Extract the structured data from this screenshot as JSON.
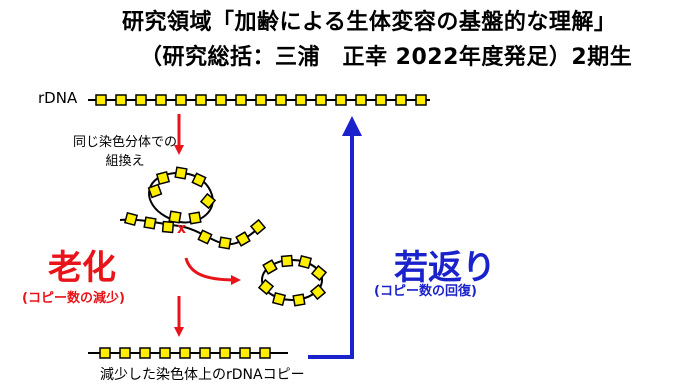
{
  "header": {
    "line1": "研究領域「加齢による生体変容の基盤的な理解」",
    "line2": "（研究総括：三浦　正幸 2022年度発足）2期生"
  },
  "diagram": {
    "rdna_label": "rDNA",
    "recombination_line1": "同じ染色分体での",
    "recombination_line2": "組換え",
    "aging_label": "老化",
    "aging_sublabel": "(コピー数の減少)",
    "rejuvenation_label": "若返り",
    "rejuvenation_sublabel": "(コピー数の回復)",
    "reduced_label": "減少した染色体上のrDNAコピー",
    "colors": {
      "aging": "#e8141a",
      "rejuvenation": "#1a22cc",
      "rdna_unit_fill": "#ffee00",
      "rdna_unit_stroke": "#000000"
    }
  }
}
